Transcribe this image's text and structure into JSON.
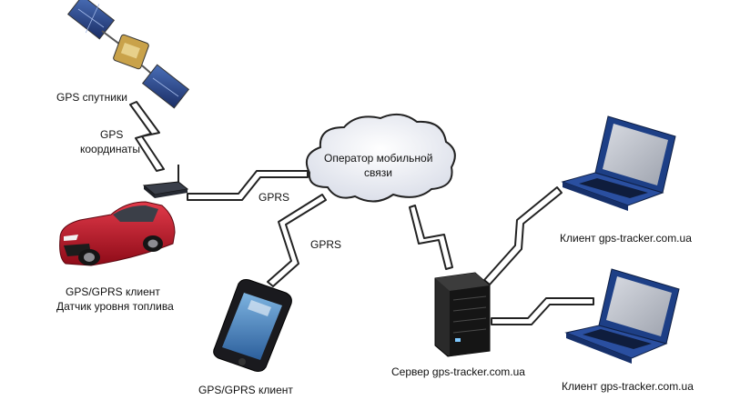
{
  "labels": {
    "gps_satellites": "GPS спутники",
    "gps_coords_line1": "GPS",
    "gps_coords_line2": "координаты",
    "car_client_line1": "GPS/GPRS клиент",
    "car_client_line2": "Датчик уровня топлива",
    "phone_client": "GPS/GPRS клиент",
    "gprs_upper": "GPRS",
    "gprs_lower": "GPRS",
    "operator_line1": "Оператор мобильной",
    "operator_line2": "связи",
    "server": "Сервер gps-tracker.com.ua",
    "client_top": "Клиент gps-tracker.com.ua",
    "client_bottom": "Клиент gps-tracker.com.ua"
  },
  "icons": {
    "satellite": "satellite-icon",
    "router": "gps-modem-icon",
    "car": "red-car-icon",
    "phone": "smartphone-icon",
    "cloud": "cloud-icon",
    "server": "server-icon",
    "laptop_top": "laptop-icon",
    "laptop_bottom": "laptop-icon"
  },
  "colors": {
    "bolt_fill": "#ffffff",
    "bolt_stroke": "#222222",
    "car_red": "#c5152a",
    "laptop_blue": "#1d3f86",
    "screen_grey": "#b9bcc4",
    "server_dark": "#1b1b1b",
    "cloud_fill": "#eef0f7"
  }
}
